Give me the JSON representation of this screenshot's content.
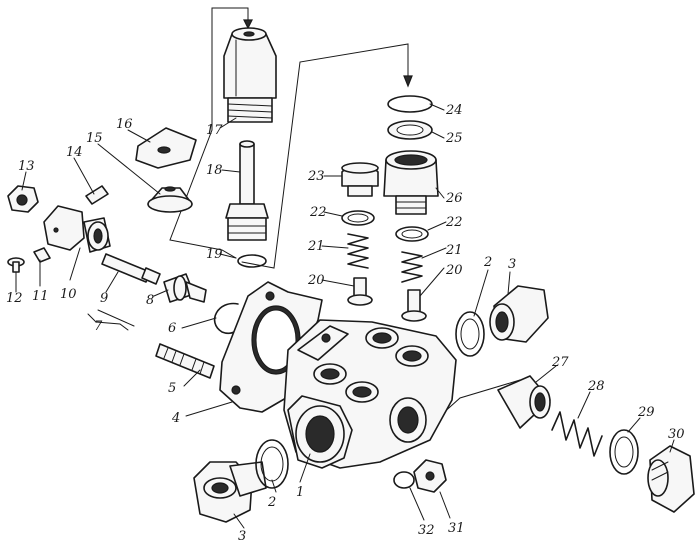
{
  "callouts": [
    {
      "id": "c1",
      "text": "1"
    },
    {
      "id": "c2a",
      "text": "2"
    },
    {
      "id": "c2b",
      "text": "2"
    },
    {
      "id": "c3a",
      "text": "3"
    },
    {
      "id": "c3b",
      "text": "3"
    },
    {
      "id": "c4",
      "text": "4"
    },
    {
      "id": "c5",
      "text": "5"
    },
    {
      "id": "c6",
      "text": "6"
    },
    {
      "id": "c7",
      "text": "7"
    },
    {
      "id": "c8",
      "text": "8"
    },
    {
      "id": "c9",
      "text": "9"
    },
    {
      "id": "c10",
      "text": "10"
    },
    {
      "id": "c11",
      "text": "11"
    },
    {
      "id": "c12",
      "text": "12"
    },
    {
      "id": "c13",
      "text": "13"
    },
    {
      "id": "c14",
      "text": "14"
    },
    {
      "id": "c15",
      "text": "15"
    },
    {
      "id": "c16",
      "text": "16"
    },
    {
      "id": "c17",
      "text": "17"
    },
    {
      "id": "c18",
      "text": "18"
    },
    {
      "id": "c19",
      "text": "19"
    },
    {
      "id": "c20a",
      "text": "20"
    },
    {
      "id": "c20b",
      "text": "20"
    },
    {
      "id": "c21a",
      "text": "21"
    },
    {
      "id": "c21b",
      "text": "21"
    },
    {
      "id": "c22a",
      "text": "22"
    },
    {
      "id": "c22b",
      "text": "22"
    },
    {
      "id": "c23",
      "text": "23"
    },
    {
      "id": "c24",
      "text": "24"
    },
    {
      "id": "c25",
      "text": "25"
    },
    {
      "id": "c26",
      "text": "26"
    },
    {
      "id": "c27",
      "text": "27"
    },
    {
      "id": "c28",
      "text": "28"
    },
    {
      "id": "c29",
      "text": "29"
    },
    {
      "id": "c30",
      "text": "30"
    },
    {
      "id": "c31",
      "text": "31"
    },
    {
      "id": "c32",
      "text": "32"
    }
  ]
}
